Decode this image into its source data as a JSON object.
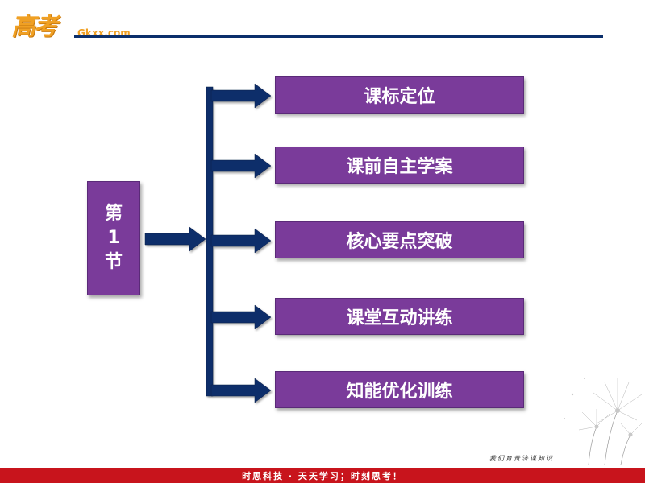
{
  "header": {
    "logo_cn": "高考",
    "logo_en": "Gkxx.com"
  },
  "section": {
    "line1": "第",
    "line2": "1",
    "line3": "节"
  },
  "menu": [
    {
      "label": "课标定位"
    },
    {
      "label": "课前自主学案"
    },
    {
      "label": "核心要点突破"
    },
    {
      "label": "课堂互动讲练"
    },
    {
      "label": "知能优化训练"
    }
  ],
  "footer": {
    "motto": "我们育贵济谋知识",
    "slogan": "时思科技 · 天天学习；时刻思考！"
  },
  "colors": {
    "button_bg": "#7a3b9a",
    "arrow": "#0b2f6b",
    "footer_bg": "#c8141c",
    "logo": "#f0a023"
  }
}
